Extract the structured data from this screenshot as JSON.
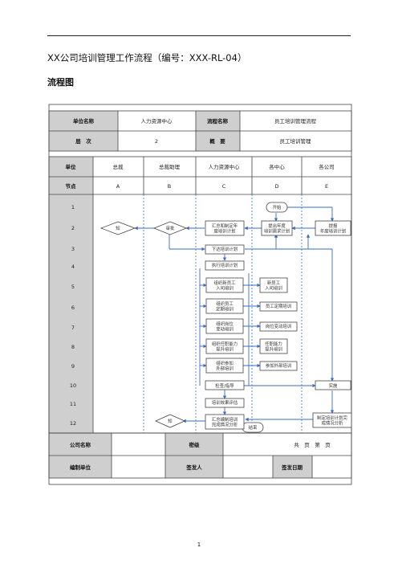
{
  "document": {
    "title": "XX公司培训管理工作流程（编号：XXX-RL-04）",
    "section": "流程图",
    "page_number": "1"
  },
  "info": {
    "unit_label": "单位名称",
    "unit_value": "人力资源中心",
    "flow_label": "流程名称",
    "flow_value": "员工培训管理流程",
    "level_label": "层　次",
    "level_value": "2",
    "summary_label": "概　要",
    "summary_value": "员工培训管理"
  },
  "header": {
    "unit_label": "单位",
    "node_label": "节点",
    "columns": [
      {
        "unit": "总裁",
        "node": "A"
      },
      {
        "unit": "总裁助理",
        "node": "B"
      },
      {
        "unit": "人力资源中心",
        "node": "C"
      },
      {
        "unit": "各中心",
        "node": "D"
      },
      {
        "unit": "各公司",
        "node": "E"
      }
    ]
  },
  "rows": [
    "1",
    "2",
    "3",
    "4",
    "5",
    "6",
    "7",
    "8",
    "9",
    "10",
    "11",
    "12"
  ],
  "flow": {
    "start": "开始",
    "end": "结束",
    "a_row2": "知",
    "b_row2": "审批",
    "a_row12": "知",
    "c1": [
      "汇总和制定年",
      "度培训计划"
    ],
    "d2": [
      "提出年度",
      "培训需求计划"
    ],
    "e2": [
      "提报",
      "年度培训计划"
    ],
    "c3": "下达培训计划",
    "c4": "执行培训计划",
    "c5": [
      "组织新员工",
      "入司培训"
    ],
    "d5": [
      "新员工",
      "入司培训"
    ],
    "c6": [
      "组织员工",
      "定期培训"
    ],
    "d6": "员工定期培训",
    "c7": [
      "组织岗位",
      "变动培训"
    ],
    "d7": "岗位变动培训",
    "c8": [
      "组织任职能力",
      "提升培训"
    ],
    "d8": [
      "任职能力",
      "提升培训"
    ],
    "c9": [
      "组织参加",
      "外部培训"
    ],
    "d9": "参加外部培训",
    "c10": "检查/指导",
    "e10": "实施",
    "c11": "培训效果评估",
    "c12": [
      "汇总编制培训",
      "完成情况分析"
    ],
    "e12": [
      "制定培训计划完",
      "成情况分析"
    ]
  },
  "footer": {
    "company_label": "公司名称",
    "company_value": "",
    "secret_label": "密级",
    "secret_value": "",
    "pages_label": "共　页　第　页",
    "editor_label": "编制单位",
    "editor_value": "",
    "signer_label": "签发人",
    "signer_value": "",
    "date_label": "签发日期",
    "date_value": ""
  }
}
